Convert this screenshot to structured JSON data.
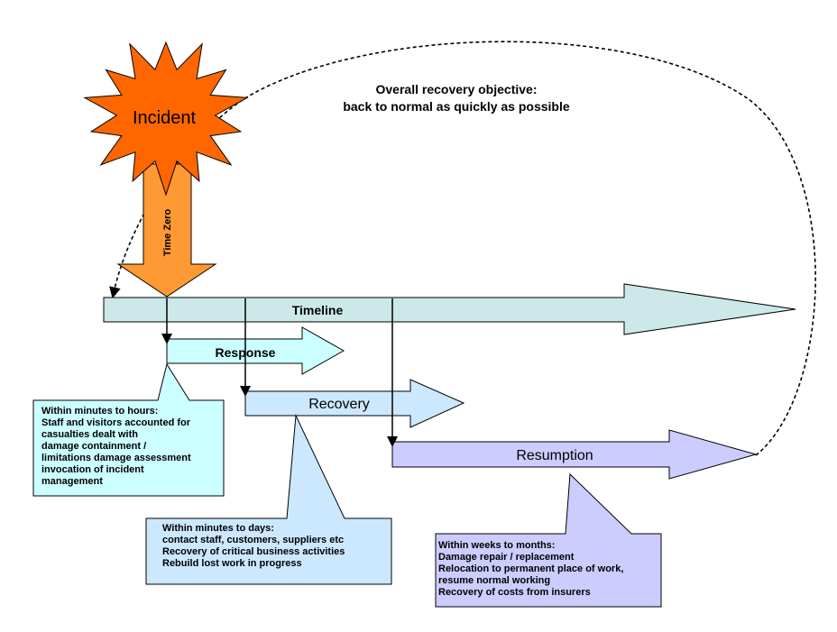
{
  "objective": {
    "line1": "Overall recovery objective:",
    "line2": "back to normal as quickly as possible"
  },
  "incident": {
    "label": "Incident"
  },
  "time_zero": {
    "label": "Time Zero"
  },
  "timeline": {
    "label": "Timeline"
  },
  "phases": {
    "response": {
      "label": "Response"
    },
    "recovery": {
      "label": "Recovery"
    },
    "resumption": {
      "label": "Resumption"
    }
  },
  "callouts": {
    "response": [
      "Within minutes to hours:",
      "Staff and visitors accounted for",
      "casualties dealt with",
      "damage containment /",
      "limitations damage assessment",
      "invocation of incident",
      "management"
    ],
    "recovery": [
      "Within minutes to days:",
      "contact staff, customers, suppliers etc",
      "Recovery of critical business activities",
      "Rebuild lost work in progress"
    ],
    "resumption": [
      "Within weeks to months:",
      "Damage repair / replacement",
      "Relocation to permanent place of work,",
      "resume normal working",
      "Recovery of costs from insurers"
    ]
  },
  "colors": {
    "incident_fill": "#ff6600",
    "time_zero_fill": "#ff9933",
    "timeline_fill": "#cce8e8",
    "response_fill": "#ccffff",
    "recovery_fill": "#cce8ff",
    "resumption_fill": "#ccccff"
  }
}
